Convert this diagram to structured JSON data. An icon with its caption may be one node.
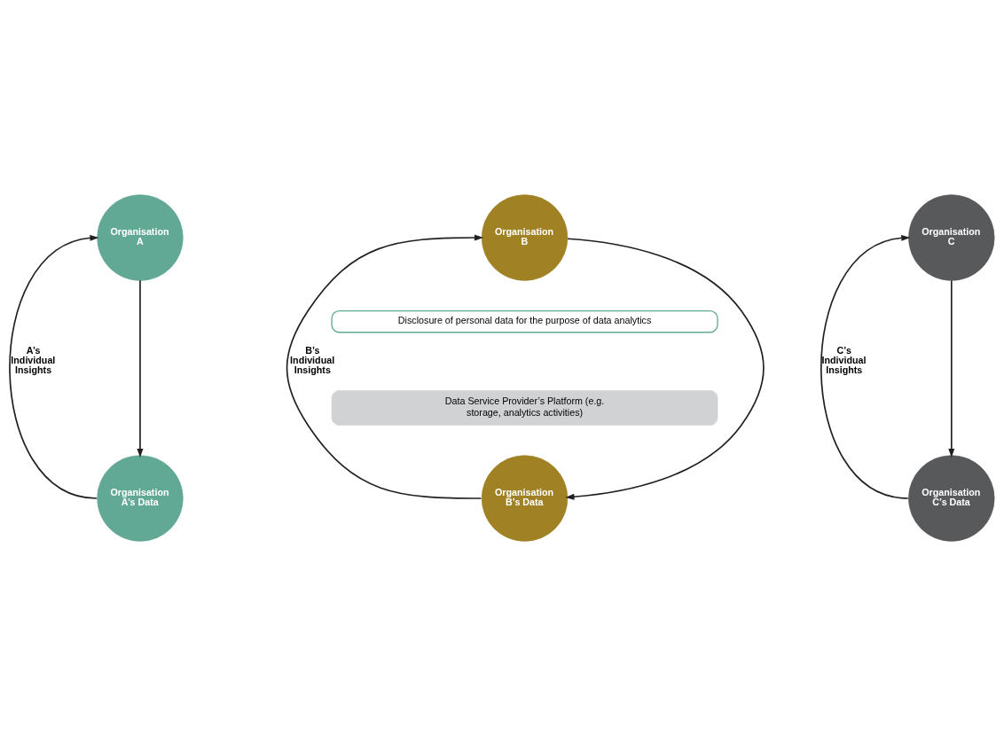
{
  "diagram": {
    "nodes": [
      {
        "text": [
          "Organisation A"
        ]
      },
      {
        "text": [
          "Organisation B"
        ]
      },
      {
        "text": [
          "Organisation C"
        ]
      },
      {
        "text": [
          "Disclosure of personal data for the purpose of data analytics"
        ]
      },
      {
        "text": [
          "Data Service Provider’s Platform (e.g. storage, analytics activities)"
        ]
      },
      {
        "text": [
          "Organisation A’s Data"
        ]
      },
      {
        "text": [
          "Organisation B’s Data"
        ]
      },
      {
        "text": [
          "Organisation C’s Data"
        ]
      }
    ],
    "edges": [
      {
        "from": 0,
        "to": 5,
        "arrow": "to"
      },
      {
        "from": 5,
        "to": 0,
        "arrow": "to",
        "label": "A’s Individual Insights"
      },
      {
        "from": 1,
        "to": 6,
        "arrow": "to"
      },
      {
        "from": 6,
        "to": 1,
        "arrow": "to",
        "label": "B’s Individual Insights"
      },
      {
        "from": 2,
        "to": 7,
        "arrow": "to"
      },
      {
        "from": 7,
        "to": 2,
        "arrow": "to",
        "label": "C’s Individual Insights"
      }
    ]
  }
}
